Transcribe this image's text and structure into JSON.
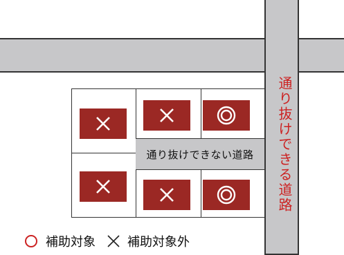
{
  "roads": {
    "through_road_label": "通り抜けできる道路",
    "dead_end_road_label": "通り抜けできない道路"
  },
  "lots": [
    {
      "id": "top-left",
      "mark": "cross"
    },
    {
      "id": "top-middle",
      "mark": "cross"
    },
    {
      "id": "top-right",
      "mark": "double-circle"
    },
    {
      "id": "bottom-left",
      "mark": "cross"
    },
    {
      "id": "bottom-middle",
      "mark": "cross"
    },
    {
      "id": "bottom-right",
      "mark": "double-circle"
    }
  ],
  "legend": {
    "subsidized_label": "補助対象",
    "not_subsidized_label": "補助対象外"
  },
  "colors": {
    "road": "#c7c7c9",
    "mark_background": "#9b2824",
    "mark_symbol": "#ffffff",
    "legend_circle": "#cc2222",
    "through_label": "#cc2222"
  }
}
